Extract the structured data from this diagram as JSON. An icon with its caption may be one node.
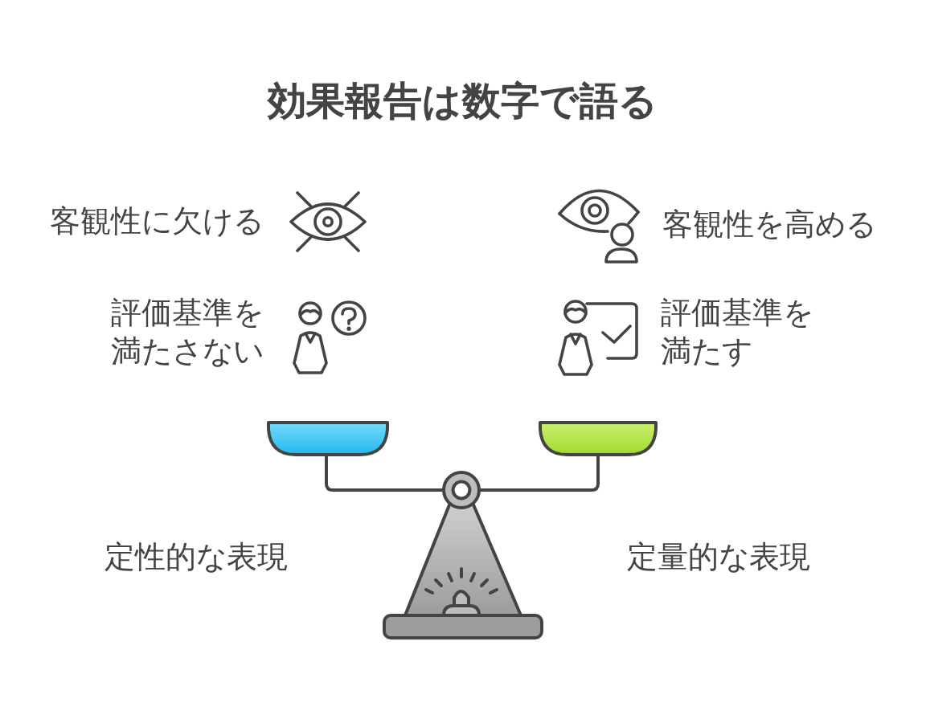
{
  "diagram": {
    "title": "効果報告は数字で語る",
    "labels": [
      "客観性に欠ける",
      "客観性を高める",
      "評価基準を満たさない",
      "評価基準を満たす",
      "定性的な表現",
      "定量的な表現"
    ]
  }
}
